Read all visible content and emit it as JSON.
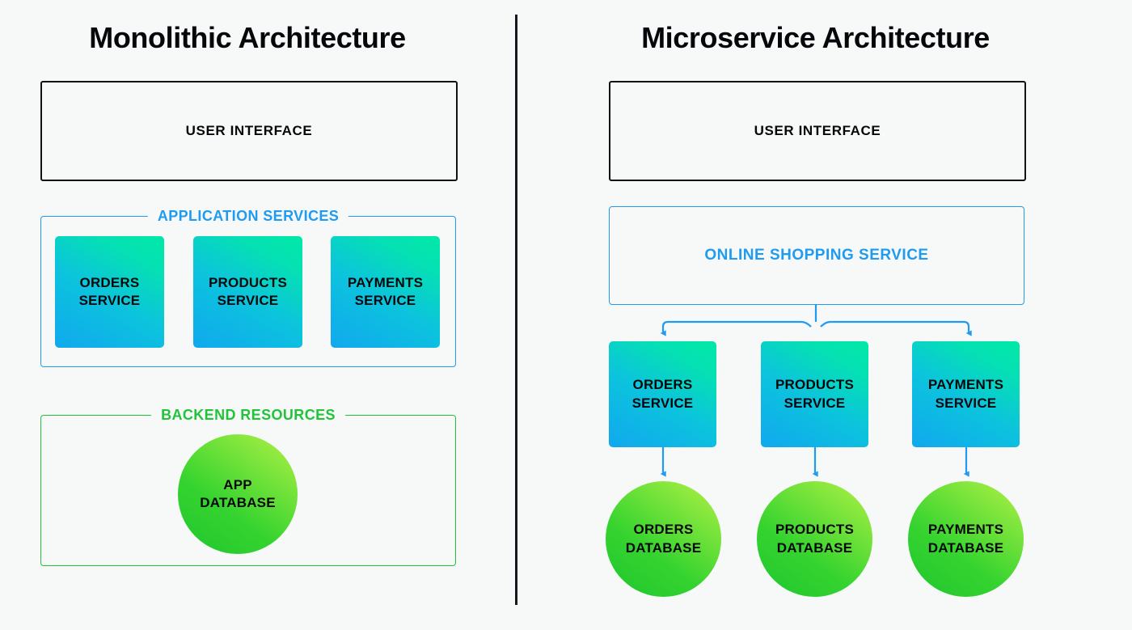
{
  "background_color": "#f7f8f8",
  "accent_colors": {
    "blue": "#1f9bf0",
    "green": "#22c33a",
    "black": "#05080b",
    "service_gradient_from": "#11a8ee",
    "service_gradient_to": "#00e9a6",
    "database_gradient_from": "#1fc62f",
    "database_gradient_to": "#b4f045",
    "connector": "#1f9bf0"
  },
  "panels": {
    "left": {
      "title": "Monolithic Architecture",
      "user_interface": {
        "label": "USER INTERFACE"
      },
      "application_services": {
        "legend": "APPLICATION SERVICES",
        "services": [
          {
            "line1": "ORDERS",
            "line2": "SERVICE"
          },
          {
            "line1": "PRODUCTS",
            "line2": "SERVICE"
          },
          {
            "line1": "PAYMENTS",
            "line2": "SERVICE"
          }
        ]
      },
      "backend_resources": {
        "legend": "BACKEND RESOURCES",
        "databases": [
          {
            "line1": "APP",
            "line2": "DATABASE"
          }
        ]
      }
    },
    "right": {
      "title": "Microservice Architecture",
      "user_interface": {
        "label": "USER INTERFACE"
      },
      "shopping_service": {
        "label": "ONLINE SHOPPING SERVICE"
      },
      "services": [
        {
          "line1": "ORDERS",
          "line2": "SERVICE"
        },
        {
          "line1": "PRODUCTS",
          "line2": "SERVICE"
        },
        {
          "line1": "PAYMENTS",
          "line2": "SERVICE"
        }
      ],
      "databases": [
        {
          "line1": "ORDERS",
          "line2": "DATABASE"
        },
        {
          "line1": "PRODUCTS",
          "line2": "DATABASE"
        },
        {
          "line1": "PAYMENTS",
          "line2": "DATABASE"
        }
      ]
    }
  }
}
